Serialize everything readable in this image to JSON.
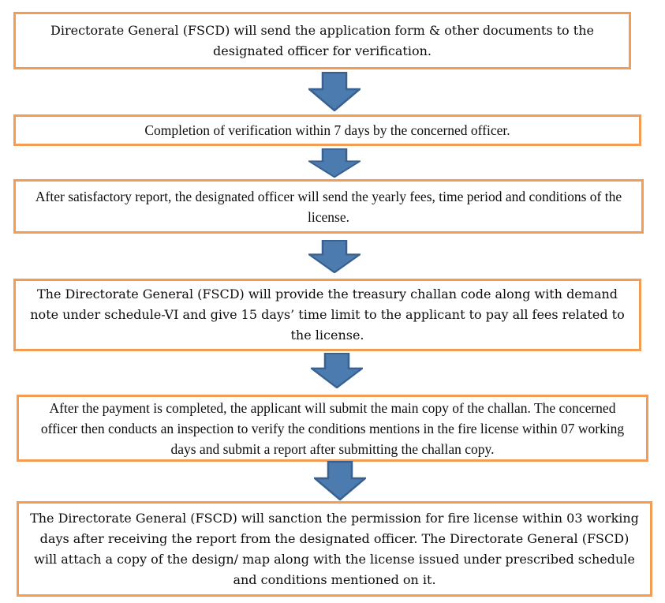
{
  "flowchart": {
    "description": "Fire license application process flowchart",
    "connector_icon": "down-block-arrow-icon",
    "colors": {
      "box_border": "#F49B54",
      "arrow_fill": "#4C7BB0",
      "arrow_stroke": "#38618F"
    },
    "steps": [
      {
        "text": "Directorate General (FSCD) will send the application form & other documents to the designated officer for verification."
      },
      {
        "text": "Completion of verification within 7 days by the concerned officer."
      },
      {
        "text": "After satisfactory report, the designated officer will send the yearly fees, time period and conditions of the license."
      },
      {
        "text": "The Directorate General (FSCD) will provide the treasury challan code along with demand note under schedule-VI and give 15 days’ time limit to the applicant to pay all fees related to the license."
      },
      {
        "text": "After the payment is completed, the applicant will submit the main copy of the challan. The concerned officer then conducts an inspection to verify the conditions mentions in the fire license within 07 working days and submit a report after submitting the challan copy."
      },
      {
        "text": "The Directorate General (FSCD) will sanction the permission for fire license within 03 working days after receiving the report from the designated officer. The Directorate General (FSCD) will attach a copy of the design/ map along with the license issued under prescribed schedule and conditions mentioned on it."
      }
    ]
  }
}
